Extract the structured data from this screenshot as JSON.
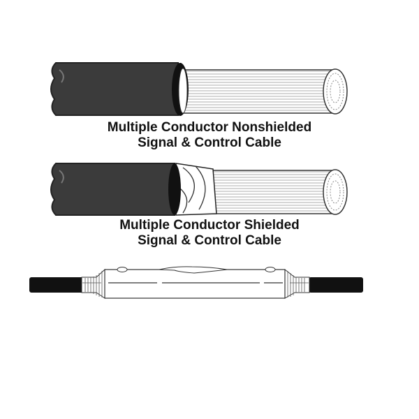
{
  "captions": {
    "nonshielded": {
      "line1": "Multiple Conductor Nonshielded",
      "line2": "Signal & Control Cable"
    },
    "shielded": {
      "line1": "Multiple Conductor Shielded",
      "line2": "Signal & Control Cable"
    }
  },
  "colors": {
    "jacket": "#3b3b3b",
    "outline": "#222222",
    "fill": "#ffffff"
  }
}
